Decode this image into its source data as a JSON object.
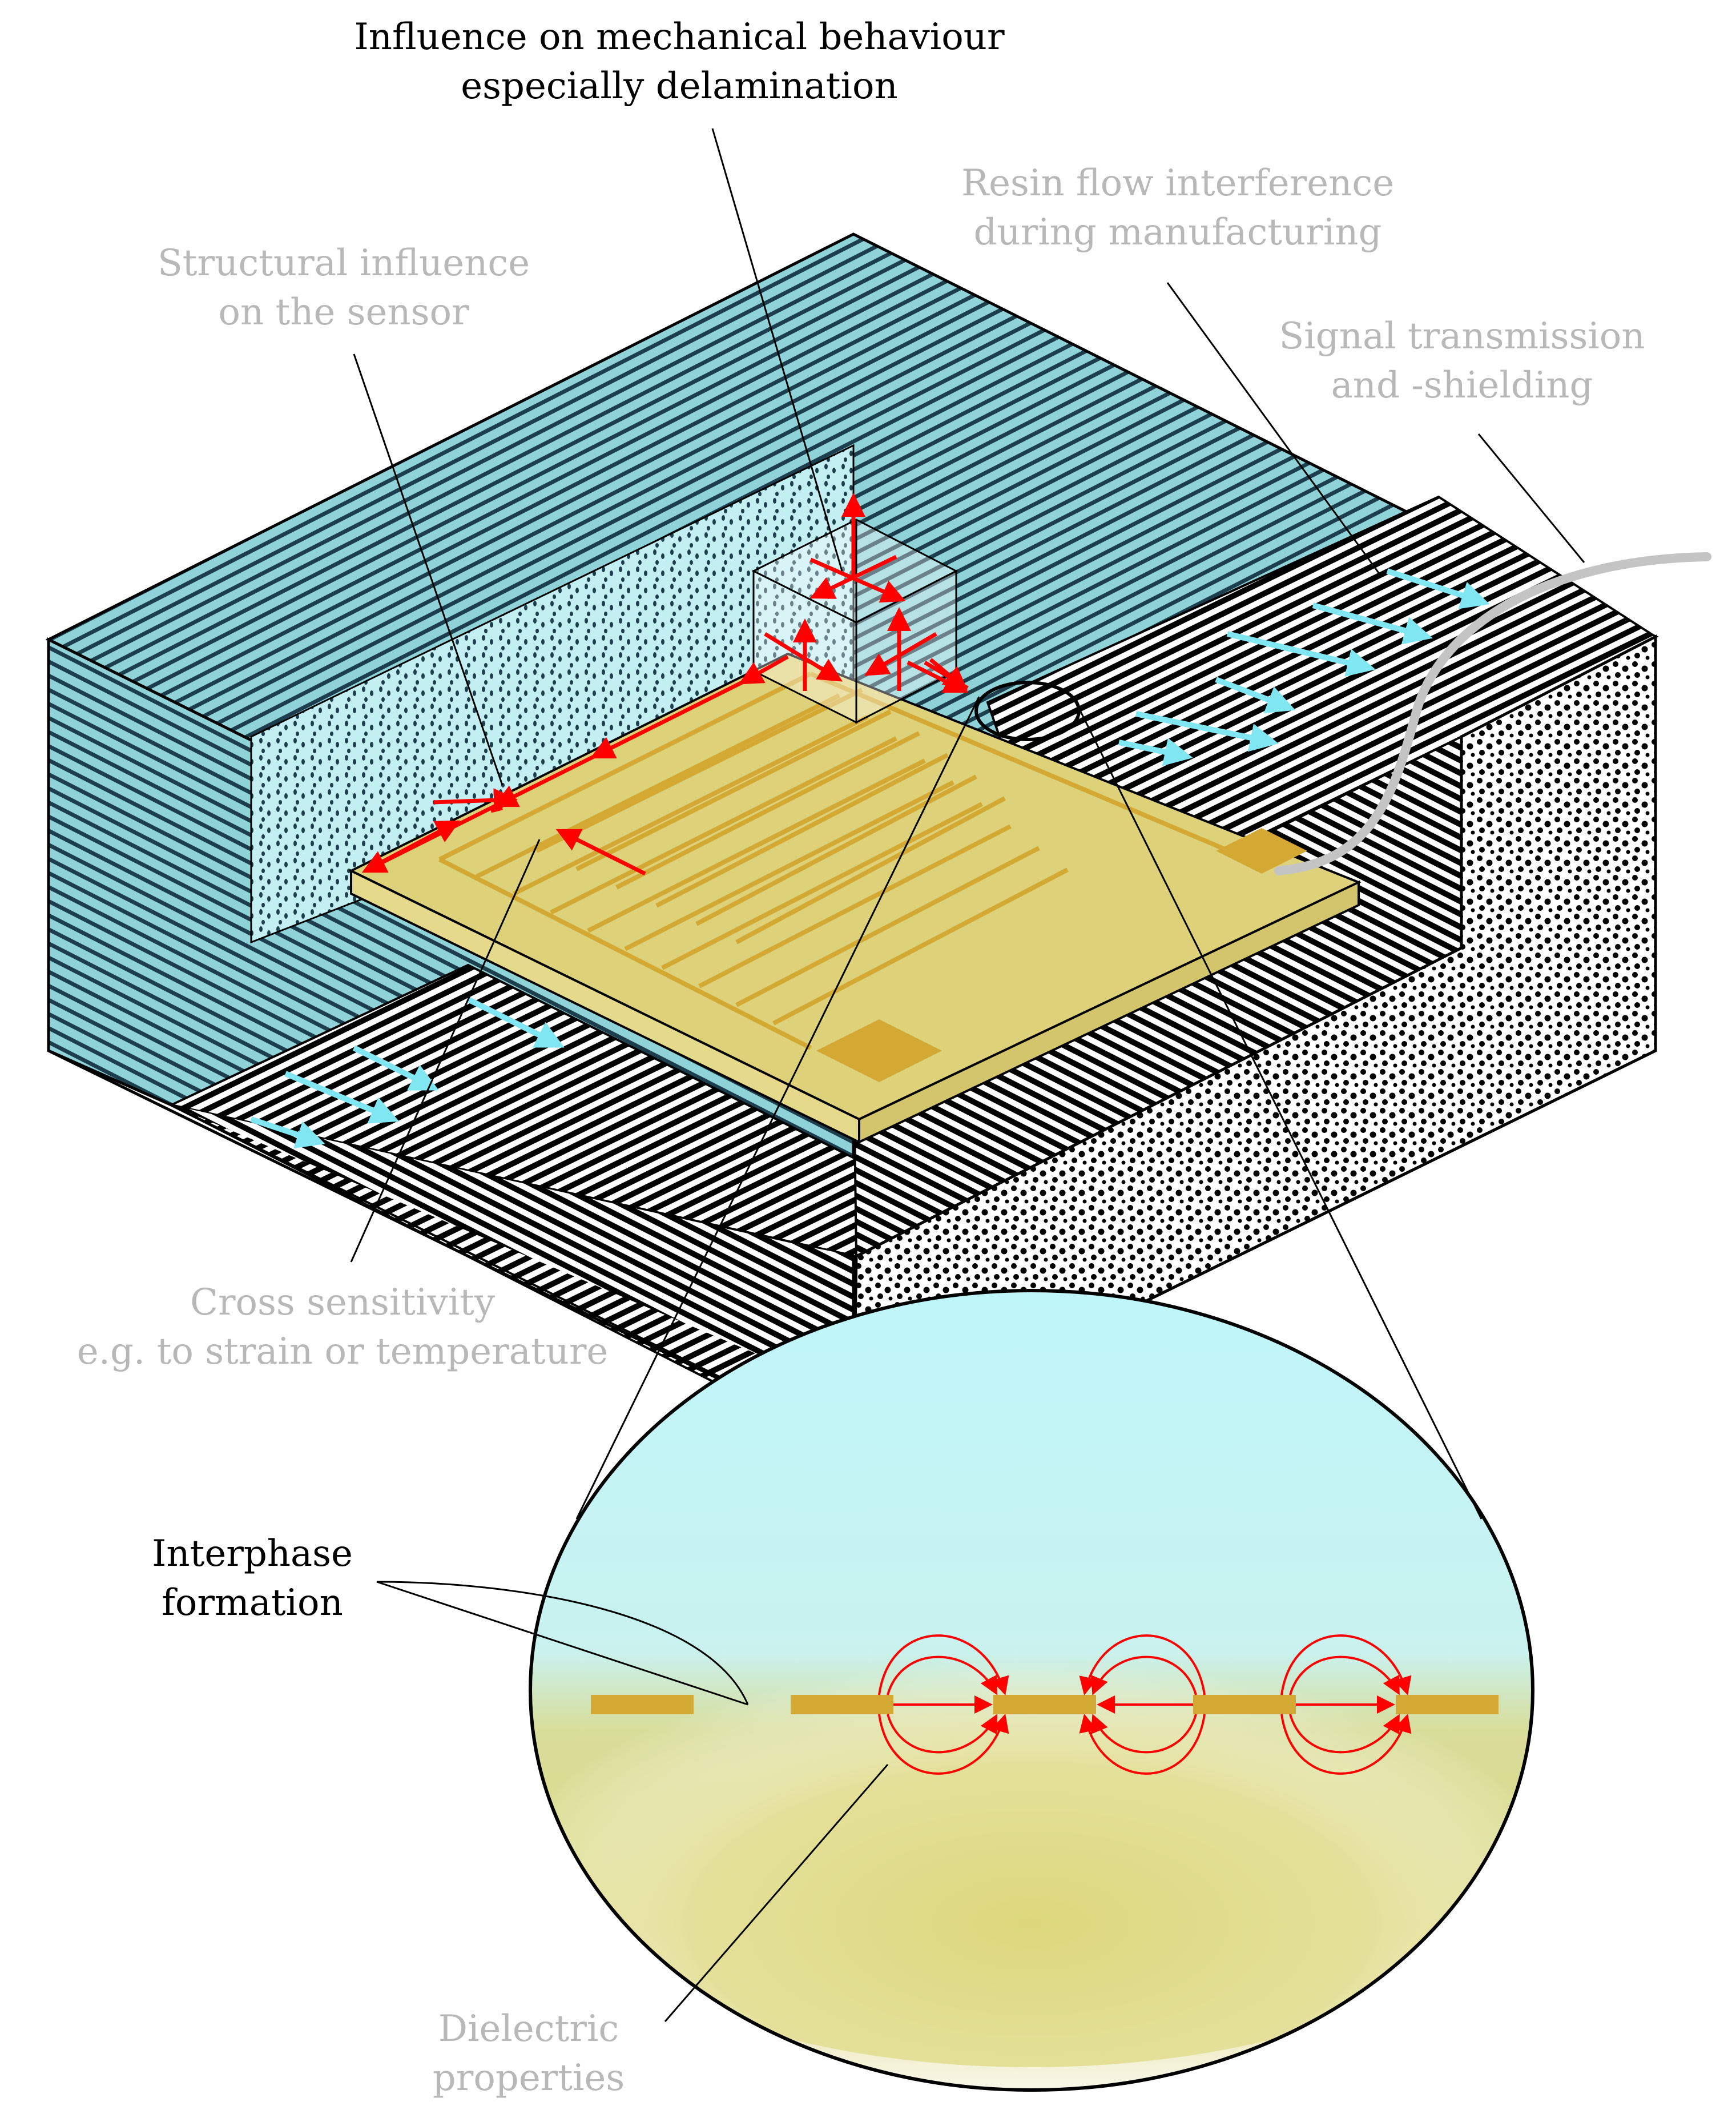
{
  "labels": {
    "mechanical": {
      "line1": "Influence on mechanical behaviour",
      "line2": "especially delamination",
      "color": "#000000"
    },
    "resin": {
      "line1": "Resin flow interference",
      "line2": "during manufacturing",
      "color": "#b8b8b8"
    },
    "structural": {
      "line1": "Structural influence",
      "line2": "on the sensor",
      "color": "#b8b8b8"
    },
    "signal": {
      "line1": "Signal transmission",
      "line2": "and -shielding",
      "color": "#b8b8b8"
    },
    "cross": {
      "line1": "Cross sensitivity",
      "line2": "e.g. to strain or temperature",
      "color": "#b8b8b8"
    },
    "interphase": {
      "line1": "Interphase",
      "line2": "formation",
      "color": "#000000"
    },
    "dielectric": {
      "line1": "Dielectric",
      "line2": "properties",
      "color": "#b8b8b8"
    }
  },
  "colors": {
    "composite_teal": "#8fd3d8",
    "stripe_dark": "#1d3e4c",
    "sensor_body": "#ddd17a",
    "electrode": "#d4a933",
    "force_arrow": "#ff0000",
    "flow_arrow": "#7fe6f2",
    "cable": "#c4c4c4",
    "zoom_top": "#bff6fa",
    "zoom_bottom": "#dcd77c"
  },
  "icons": [
    "force-arrow-icon",
    "resin-flow-arrow-icon",
    "sensor-cable-icon"
  ]
}
